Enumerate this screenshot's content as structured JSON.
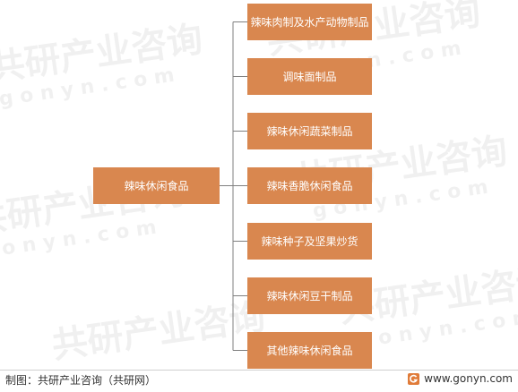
{
  "diagram": {
    "root_label": "辣味休闲食品",
    "children": [
      "辣味肉制及水产动物制品",
      "调味面制品",
      "辣味休闲蔬菜制品",
      "辣味香脆休闲食品",
      "辣味种子及坚果炒货",
      "辣味休闲豆干制品",
      "其他辣味休闲食品"
    ]
  },
  "footer": {
    "caption": "制图：共研产业咨询（共研网）",
    "website": "www.gonyn.com"
  },
  "watermark": {
    "text_cn": "共研产业咨询",
    "text_en": "g o n y n . c o m"
  },
  "colors": {
    "box_fill": "#d9874f",
    "connector": "#7f7f7f",
    "logo": "#e07b39"
  }
}
